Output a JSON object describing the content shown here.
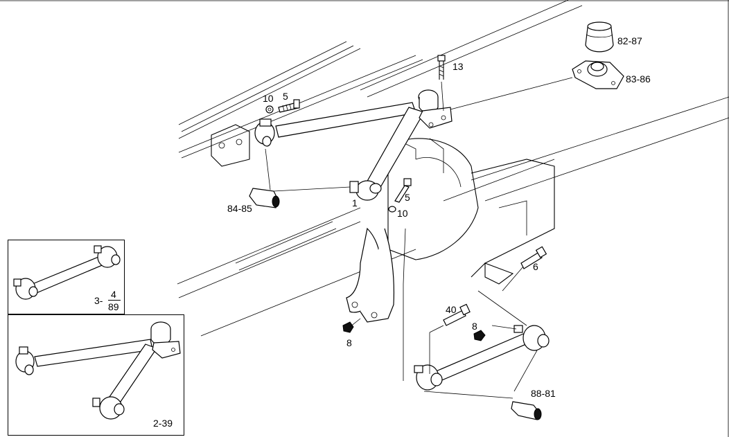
{
  "callouts": {
    "c_82_87": "82-87",
    "c_83_86": "83-86",
    "c_13": "13",
    "c_10_top": "10",
    "c_5_top": "5",
    "c_84_85": "84-85",
    "c_1": "1",
    "c_5_mid": "5",
    "c_10_mid": "10",
    "c_6": "6",
    "c_40": "40",
    "c_8_right": "8",
    "c_8_left": "8",
    "c_88_81": "88-81"
  },
  "inset_small": {
    "ref_prefix": "3-",
    "ref_num": "4",
    "ref_den": "89"
  },
  "inset_large": {
    "ref": "2-39"
  }
}
